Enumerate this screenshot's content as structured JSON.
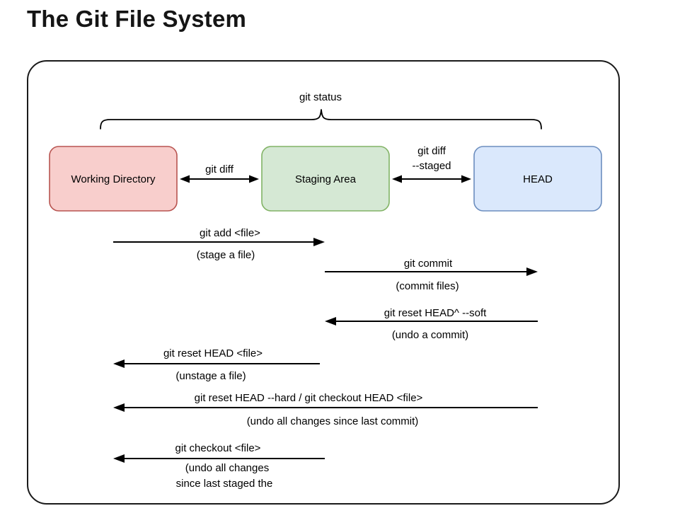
{
  "title": "The Git File System",
  "diagram": {
    "scope_label": "git status",
    "nodes": [
      {
        "label": "Working Directory",
        "fill": "#f8cecc",
        "stroke": "#b85450"
      },
      {
        "label": "Staging Area",
        "fill": "#d5e8d4",
        "stroke": "#82b366"
      },
      {
        "label": "HEAD",
        "fill": "#dae8fc",
        "stroke": "#6c8ebf"
      }
    ],
    "compare_links": [
      {
        "lines": [
          "git diff"
        ]
      },
      {
        "lines": [
          "git diff",
          "--staged"
        ]
      }
    ],
    "flows": [
      {
        "command": "git add <file>",
        "description_lines": [
          "(stage a file)"
        ],
        "direction": "right"
      },
      {
        "command": "git commit",
        "description_lines": [
          "(commit files)"
        ],
        "direction": "right"
      },
      {
        "command": "git reset HEAD^ --soft",
        "description_lines": [
          "(undo a commit)"
        ],
        "direction": "left"
      },
      {
        "command": "git reset HEAD <file>",
        "description_lines": [
          "(unstage a file)"
        ],
        "direction": "left"
      },
      {
        "command": "git reset HEAD --hard / git checkout HEAD <file>",
        "description_lines": [
          "(undo all changes since last commit)"
        ],
        "direction": "left"
      },
      {
        "command": "git checkout <file>",
        "description_lines": [
          "(undo all changes",
          "since last staged the"
        ],
        "direction": "left"
      }
    ],
    "colors": {
      "line": "#000000",
      "text": "#000000",
      "frame_border": "#1a1a1a"
    }
  }
}
